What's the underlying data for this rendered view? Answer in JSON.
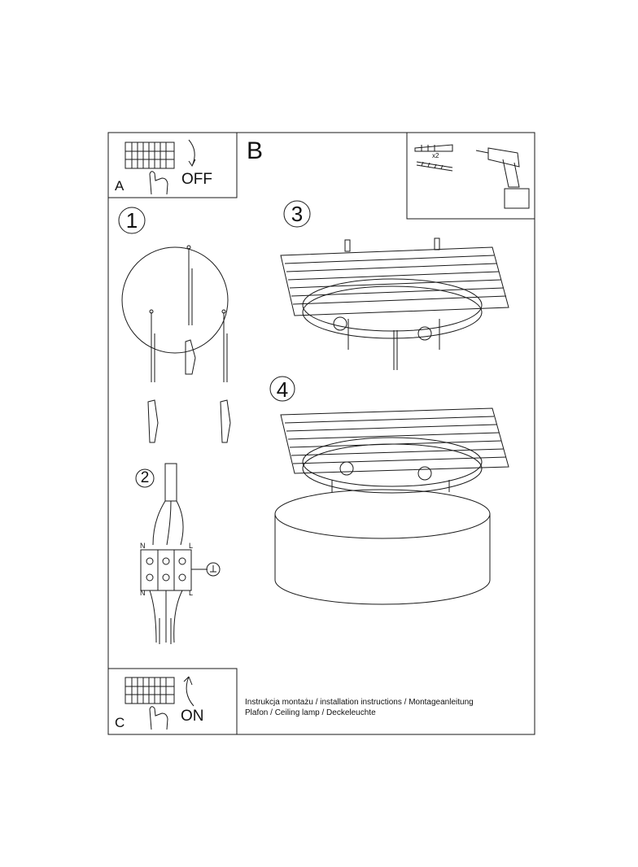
{
  "page_label": "B",
  "panel_a": {
    "letter": "A",
    "action": "OFF"
  },
  "panel_c": {
    "letter": "C",
    "action": "ON"
  },
  "tools": {
    "quantity": "x2"
  },
  "steps": [
    "1",
    "2",
    "3",
    "4"
  ],
  "wiring": {
    "left_top": "N",
    "left_bottom": "N",
    "right_top": "L",
    "right_bottom": "L"
  },
  "footer": {
    "line1": "Instrukcja montażu / installation instructions / Montageanleitung",
    "line2": "Plafon / Ceiling lamp / Deckeleuchte"
  }
}
